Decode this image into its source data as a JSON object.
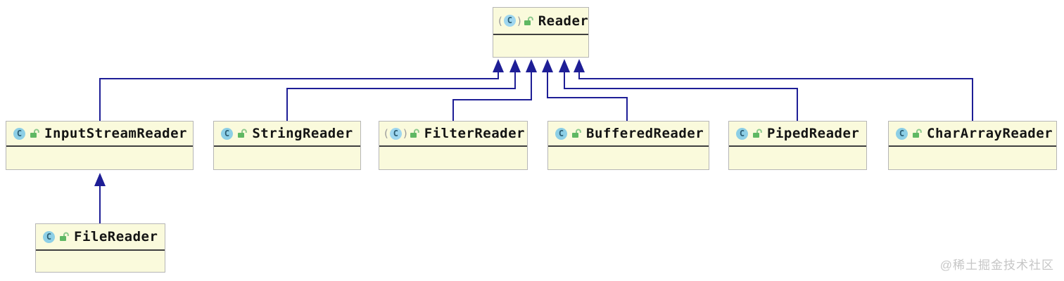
{
  "diagram": {
    "type": "uml-class-inheritance",
    "classes": [
      {
        "name": "Reader",
        "abstract": true,
        "visibility": "public"
      },
      {
        "name": "InputStreamReader",
        "abstract": false,
        "visibility": "public"
      },
      {
        "name": "StringReader",
        "abstract": false,
        "visibility": "public"
      },
      {
        "name": "FilterReader",
        "abstract": true,
        "visibility": "public"
      },
      {
        "name": "BufferedReader",
        "abstract": false,
        "visibility": "public"
      },
      {
        "name": "PipedReader",
        "abstract": false,
        "visibility": "public"
      },
      {
        "name": "CharArrayReader",
        "abstract": false,
        "visibility": "public"
      },
      {
        "name": "FileReader",
        "abstract": false,
        "visibility": "public"
      }
    ],
    "relations": [
      {
        "from": "InputStreamReader",
        "to": "Reader",
        "type": "extends"
      },
      {
        "from": "StringReader",
        "to": "Reader",
        "type": "extends"
      },
      {
        "from": "FilterReader",
        "to": "Reader",
        "type": "extends"
      },
      {
        "from": "BufferedReader",
        "to": "Reader",
        "type": "extends"
      },
      {
        "from": "PipedReader",
        "to": "Reader",
        "type": "extends"
      },
      {
        "from": "CharArrayReader",
        "to": "Reader",
        "type": "extends"
      },
      {
        "from": "FileReader",
        "to": "InputStreamReader",
        "type": "extends"
      }
    ],
    "icons": {
      "class_letter": "C",
      "paren_open": "(",
      "paren_close": ")"
    },
    "colors": {
      "box_fill": "#fafadc",
      "box_border": "#b6b6b6",
      "title_separator": "#3f3f3f",
      "arrow": "#1e1e96",
      "class_icon_fill": "#8dcfe6",
      "lock_icon": "#5fb863",
      "watermark": "#c6c6c6"
    }
  },
  "watermark": {
    "text": "@稀土掘金技术社区"
  }
}
